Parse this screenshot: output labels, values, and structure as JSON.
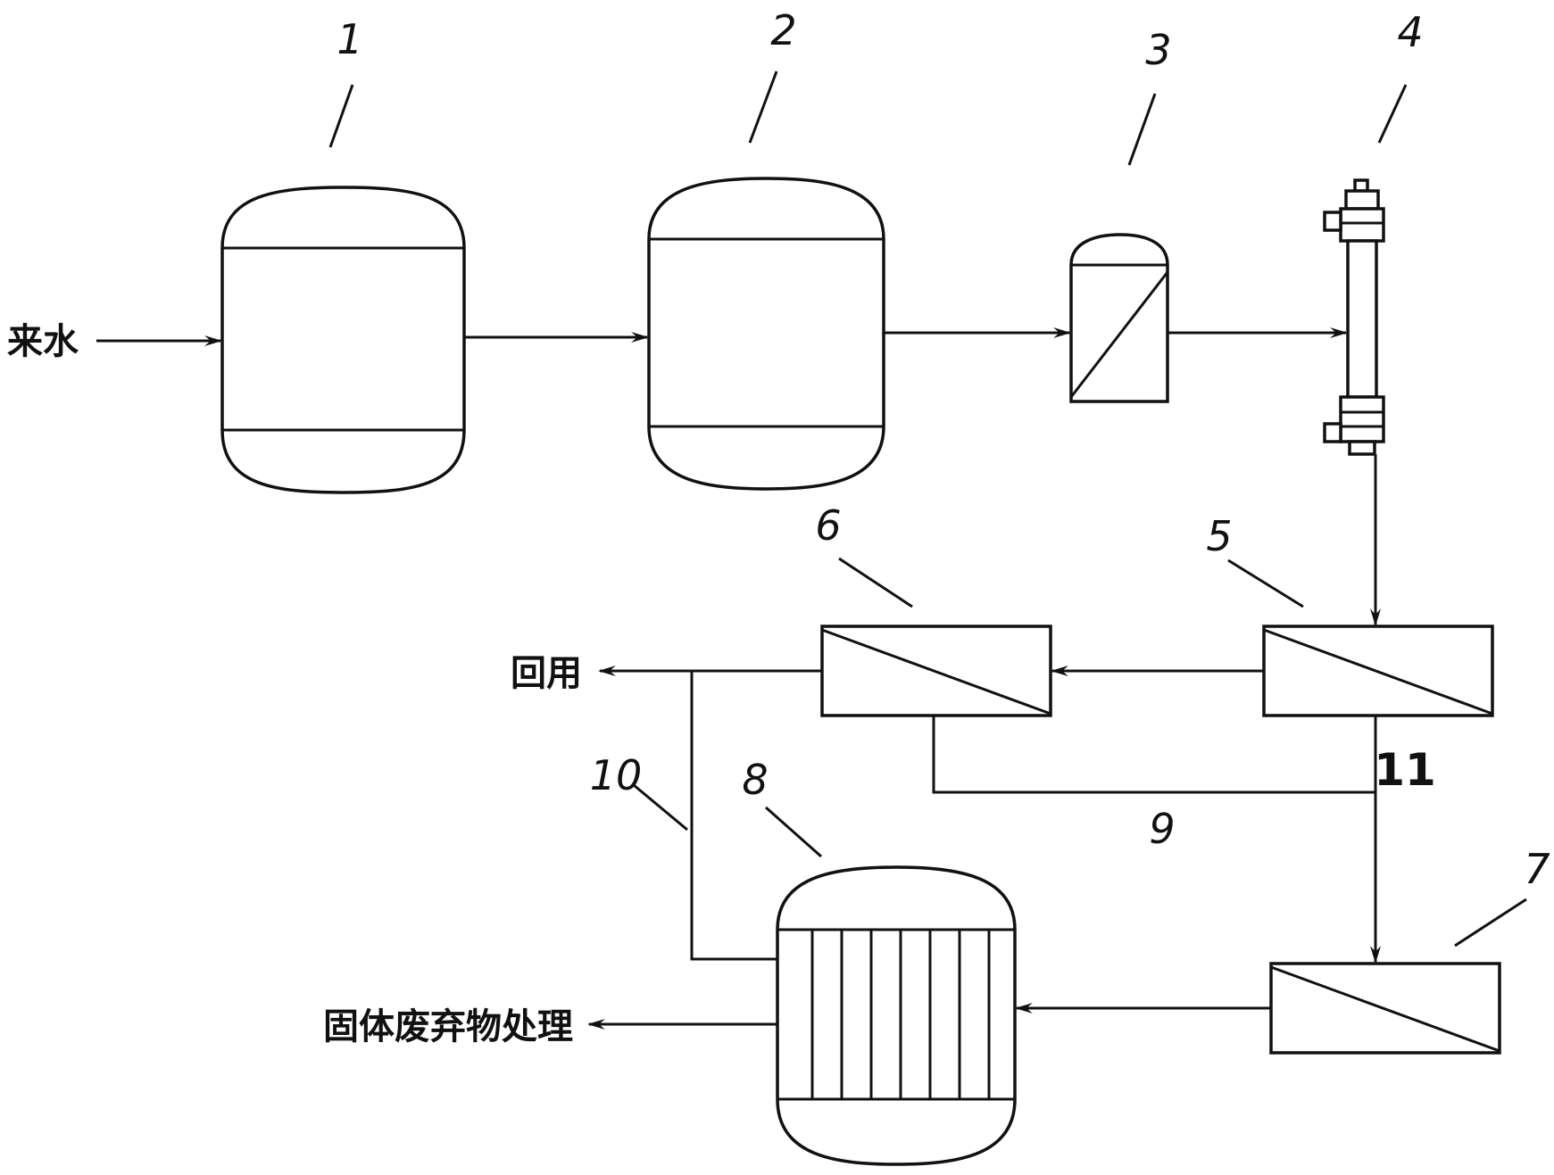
{
  "numbers": {
    "n1": "1",
    "n2": "2",
    "n3": "3",
    "n4": "4",
    "n5": "5",
    "n6": "6",
    "n7": "7",
    "n8": "8",
    "n9": "9",
    "n10": "10",
    "n11": "11"
  },
  "text": {
    "inflow": "来水",
    "reuse": "回用",
    "solid_waste": "固体废弃物处理"
  }
}
